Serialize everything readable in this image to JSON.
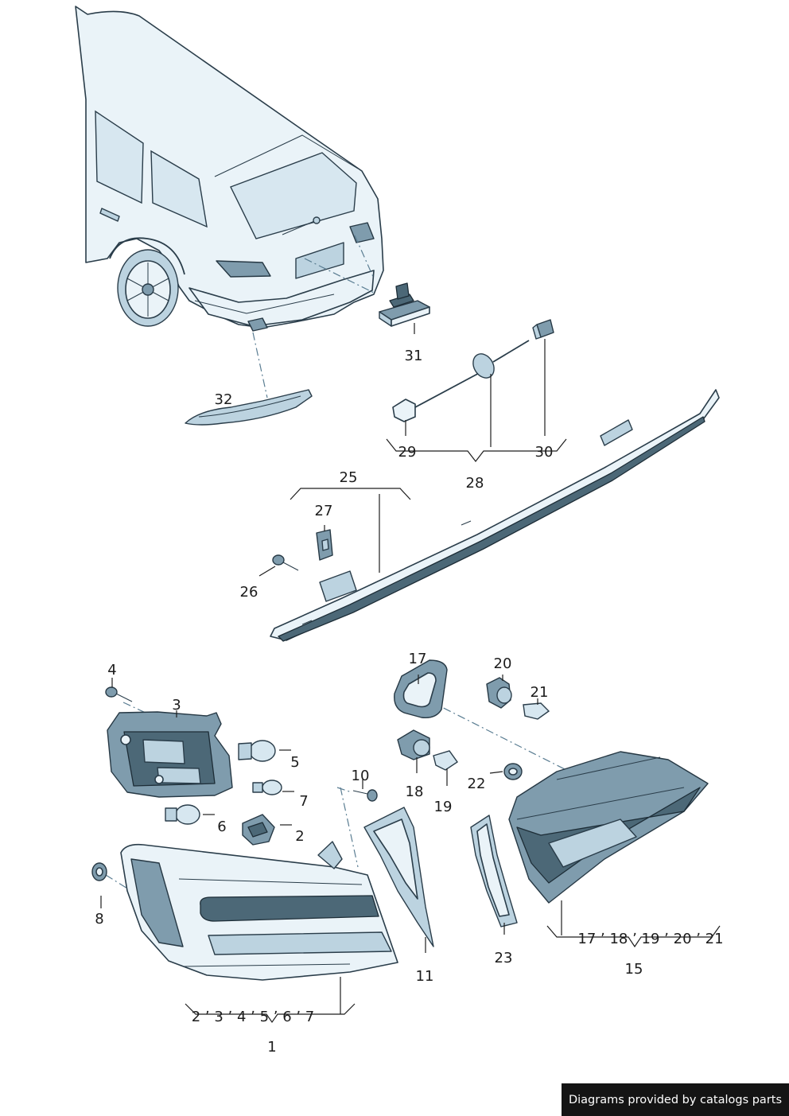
{
  "callouts": [
    "1",
    "2",
    "3",
    "4",
    "5",
    "6",
    "7",
    "8",
    "10",
    "11",
    "15",
    "17",
    "18",
    "19",
    "20",
    "21",
    "22",
    "23",
    "25",
    "26",
    "27",
    "28",
    "29",
    "30",
    "31",
    "32"
  ],
  "groups": {
    "g1": "2 ʼ 3 ʼ 4 ʼ 5 ʼ 6 ʼ 7",
    "g15": "17 ʼ 18 ʼ 19 ʼ 20 ʼ 21"
  },
  "footer": "Diagrams provided by catalogs parts"
}
